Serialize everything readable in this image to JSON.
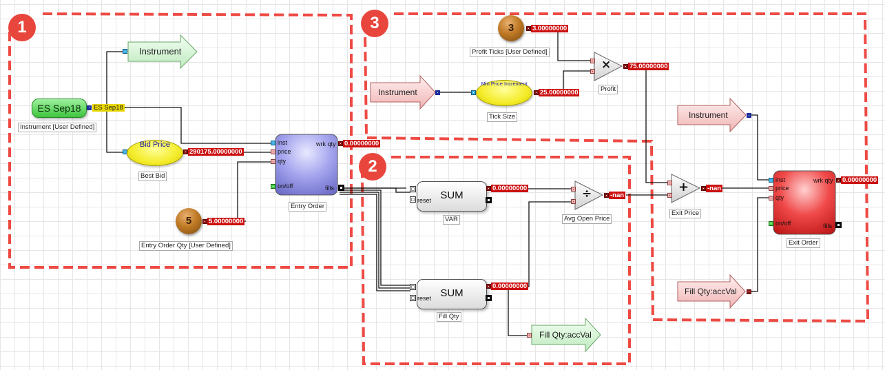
{
  "badges": [
    "1",
    "2",
    "3"
  ],
  "colors": {
    "region_dash": "#ee4a44",
    "value_tag": "#cc1010",
    "symbol_tag": "#e8d600",
    "instrument_node": "#4cc44c",
    "entry_order": "#8f8fe0",
    "exit_order": "#ec2a2a"
  },
  "section1": {
    "instrument_symbol": "ES Sep18",
    "instrument_tag": "ES Sep18",
    "instrument_label": "Instrument [User Defined]",
    "instrument_arrow": "Instrument",
    "bid_price": "Bid Price",
    "bid_value": "290175.00000000",
    "bid_label": "Best Bid",
    "qty_num": "5",
    "qty_value": "5.00000000",
    "qty_label": "Entry Order Qty [User Defined]",
    "entry_order": {
      "label": "Entry Order",
      "wrk_value": "0.00000000",
      "ports": {
        "inst": "inst",
        "price": "price",
        "qty": "qty",
        "onoff": "on/off",
        "wrk": "wrk qty",
        "fills": "fills"
      }
    }
  },
  "section2": {
    "sum1": {
      "title": "SUM",
      "reset": "reset",
      "value": "0.00000000",
      "label": "VAR"
    },
    "sum2": {
      "title": "SUM",
      "reset": "reset",
      "value": "0.00000000",
      "label": "Fill Qty"
    },
    "div": {
      "symbol": "÷",
      "value": "-nan",
      "label": "Avg Open Price"
    },
    "fill_arrow": "Fill Qty:accVal"
  },
  "section3": {
    "ticks_num": "3",
    "ticks_value": "3.00000000",
    "ticks_label": "Profit Ticks [User Defined]",
    "instrument_arrow": "Instrument",
    "min_price": "Min Price Increment",
    "tick_value": "25.00000000",
    "tick_label": "Tick Size",
    "mult": {
      "symbol": "×",
      "value": "75.00000000",
      "label": "Profit"
    },
    "plus": {
      "symbol": "+",
      "value": "-nan",
      "label": "Exit Price"
    },
    "instrument_arrow2": "Instrument",
    "fill_arrow": "Fill Qty:accVal",
    "exit_order": {
      "label": "Exit Order",
      "wrk_value": "0.00000000",
      "ports": {
        "inst": "inst",
        "price": "price",
        "qty": "qty",
        "onoff": "on/off",
        "wrk": "wrk qty",
        "fills": "fills"
      }
    }
  }
}
